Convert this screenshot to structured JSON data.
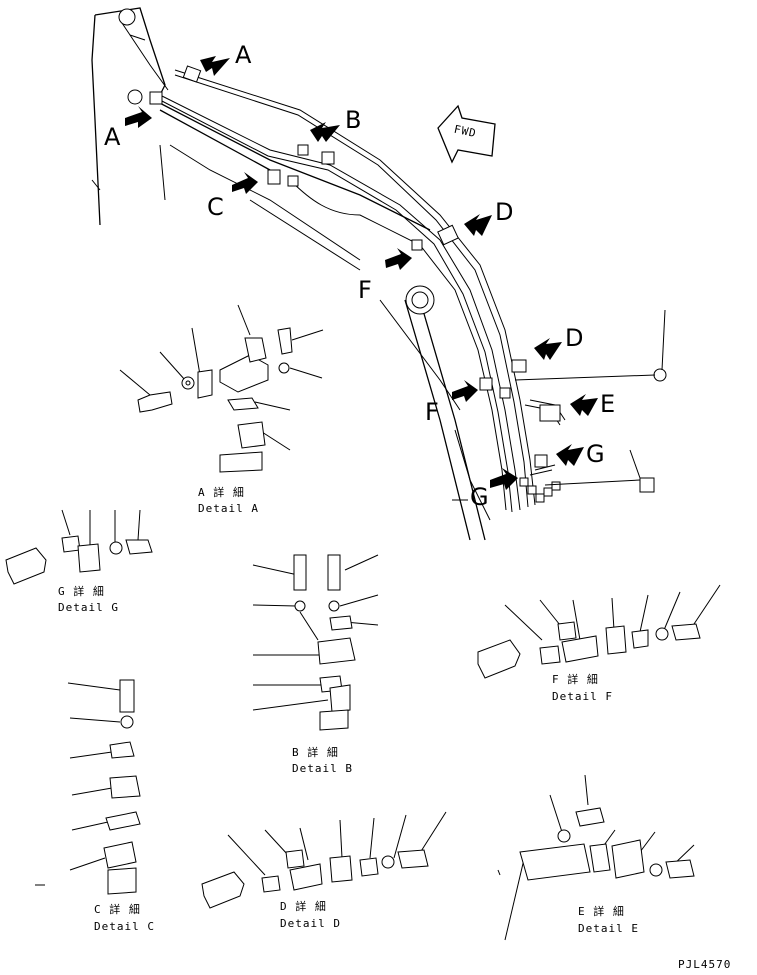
{
  "drawing_code": "PJL4570",
  "direction_label": "FWD",
  "callouts": [
    "A",
    "A",
    "B",
    "C",
    "D",
    "D",
    "E",
    "F",
    "F",
    "G",
    "G"
  ],
  "details": [
    {
      "id": "A",
      "title": "A 詳 細",
      "caption": "Detail A"
    },
    {
      "id": "B",
      "title": "B 詳 細",
      "caption": "Detail B"
    },
    {
      "id": "C",
      "title": "C 詳 細",
      "caption": "Detail C"
    },
    {
      "id": "D",
      "title": "D 詳 細",
      "caption": "Detail D"
    },
    {
      "id": "E",
      "title": "E 詳 細",
      "caption": "Detail E"
    },
    {
      "id": "F",
      "title": "F 詳 細",
      "caption": "Detail F"
    },
    {
      "id": "G",
      "title": "G 詳 細",
      "caption": "Detail G"
    }
  ]
}
